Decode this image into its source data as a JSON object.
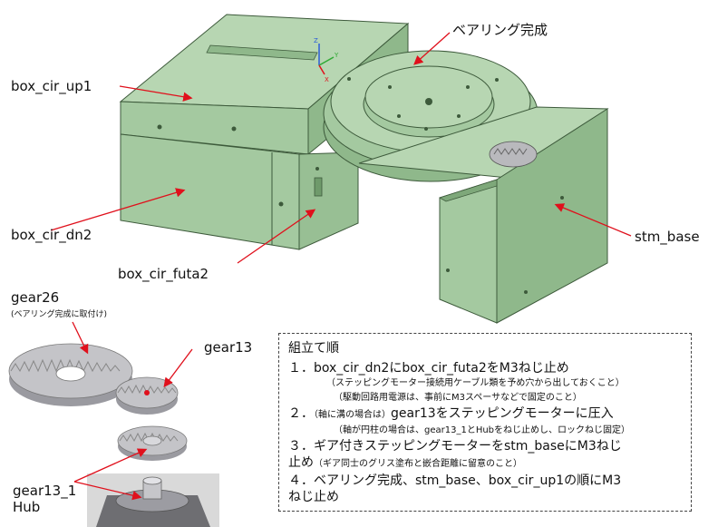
{
  "labels": {
    "box_cir_up1": "box_cir_up1",
    "bearing": "ベアリング完成",
    "box_cir_dn2": "box_cir_dn2",
    "box_cir_futa2": "box_cir_futa2",
    "stm_base": "stm_base",
    "gear26": "gear26",
    "gear26_note": "(ベアリング完成に取付け)",
    "gear13": "gear13",
    "gear13_1": "gear13_1",
    "hub": "Hub"
  },
  "axes": {
    "z": "Z",
    "y": "Y",
    "x": "X"
  },
  "steps": {
    "title": "組立て順",
    "s1": "１．box_cir_dn2にbox_cir_futa2をM3ねじ止め",
    "s1_note1": "（ステッピングモーター接続用ケーブル類を予め穴から出しておくこと）",
    "s1_note2": "（駆動回路用電源は、事前にM3スペーサなどで固定のこと）",
    "s2_prefix": "２．",
    "s2_note_inline": "（軸に溝の場合は）",
    "s2_main": "gear13をステッピングモーターに圧入",
    "s2_note": "（軸が円柱の場合は、gear13_1とHubをねじ止めし、ロックねじ固定）",
    "s3": "３．ギア付きステッピングモーターをstm_baseにM3ねじ",
    "s3_cont": "止め",
    "s3_note": "（ギア同士のグリス塗布と嵌合距離に留意のこと）",
    "s4": "４．ベアリング完成、stm_base、box_cir_up1の順にM3",
    "s4_cont": "ねじ止め"
  },
  "colors": {
    "part_fill": "#a4c9a0",
    "part_light": "#b7d6b2",
    "part_dark": "#8fb88b",
    "edge": "#3d5a3b",
    "gear": "#b9b9bd",
    "arrow": "#e0101c"
  }
}
